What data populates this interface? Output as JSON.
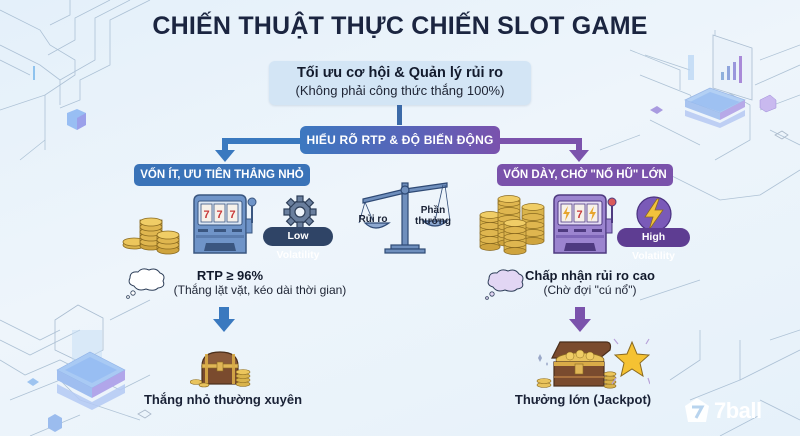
{
  "title": "CHIẾN THUẬT THỰC CHIẾN SLOT GAME",
  "goal": {
    "main": "Tối ưu cơ hội & Quản lý rủi ro",
    "sub": "(Không phải công thức thắng 100%)"
  },
  "central_node": {
    "label": "HIỂU RÕ RTP & ĐỘ BIẾN ĐỘNG",
    "colors": {
      "left": "#3c78c0",
      "right": "#7a52ad"
    }
  },
  "balance_scale": {
    "left_pan": "Rủi ro",
    "right_pan_line1": "Phần",
    "right_pan_line2": "thưởng"
  },
  "left_branch": {
    "heading": "VỐN ÍT, ƯU TIÊN THẮNG NHỎ",
    "badge": "Low Volatility",
    "slot_symbols": "777",
    "rule": "RTP ≥ 96%",
    "rule_detail": "(Thắng lặt vặt, kéo dài thời gian)",
    "result": "Thắng nhỏ thường xuyên",
    "color": "#3a73b8"
  },
  "right_branch": {
    "heading": "VỐN DÀY, CHỜ \"NỔ HŨ\" LỚN",
    "badge": "High Volatility",
    "slot_symbols": "⚡7⚡",
    "rule": "Chấp nhận rủi ro cao",
    "rule_detail": "(Chờ đợi \"cú nổ\")",
    "result": "Thưởng lớn (Jackpot)",
    "color": "#7a52ab"
  },
  "logo": {
    "text": "7ball"
  }
}
